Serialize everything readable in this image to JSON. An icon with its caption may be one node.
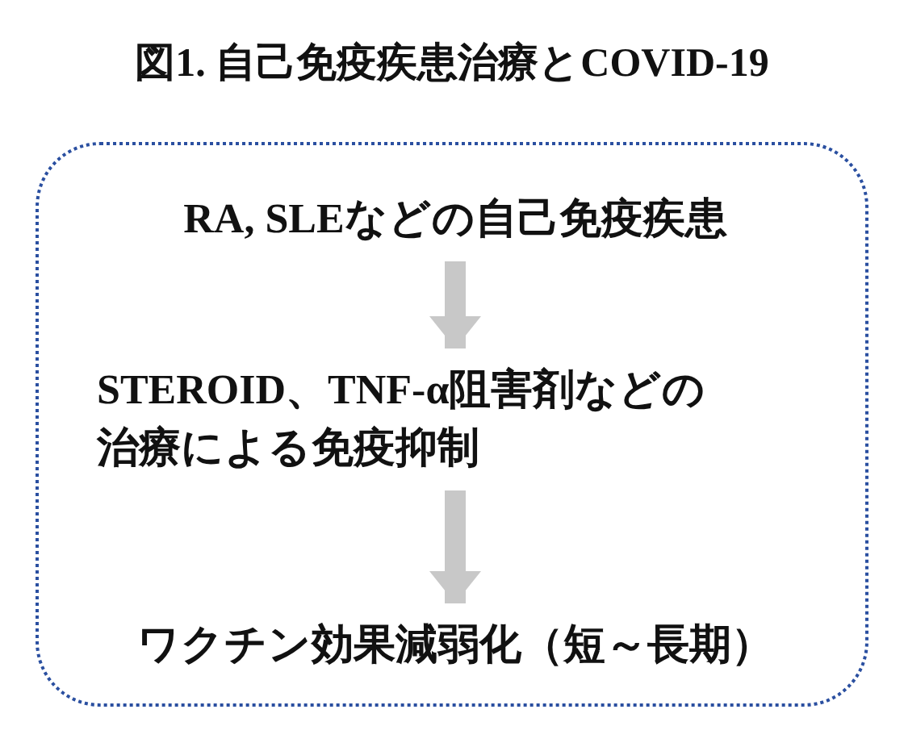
{
  "diagram": {
    "title": "図1. 自己免疫疾患治療とCOVID-19",
    "nodes": [
      {
        "text": [],
        "shape": "box"
      },
      {
        "text": [
          "RA, SLEなどの自己免疫疾患"
        ],
        "in": 0
      },
      {
        "text": [
          "STEROID、TNF-α阻害剤などの治療による免疫抑制"
        ],
        "in": 0
      },
      {
        "text": [
          "ワクチン効果減弱化（短～長期）"
        ],
        "in": 0
      }
    ],
    "edges": [
      {
        "from": 1,
        "to": 2,
        "arrow": "to"
      },
      {
        "from": 2,
        "to": 3,
        "arrow": "to"
      }
    ]
  }
}
